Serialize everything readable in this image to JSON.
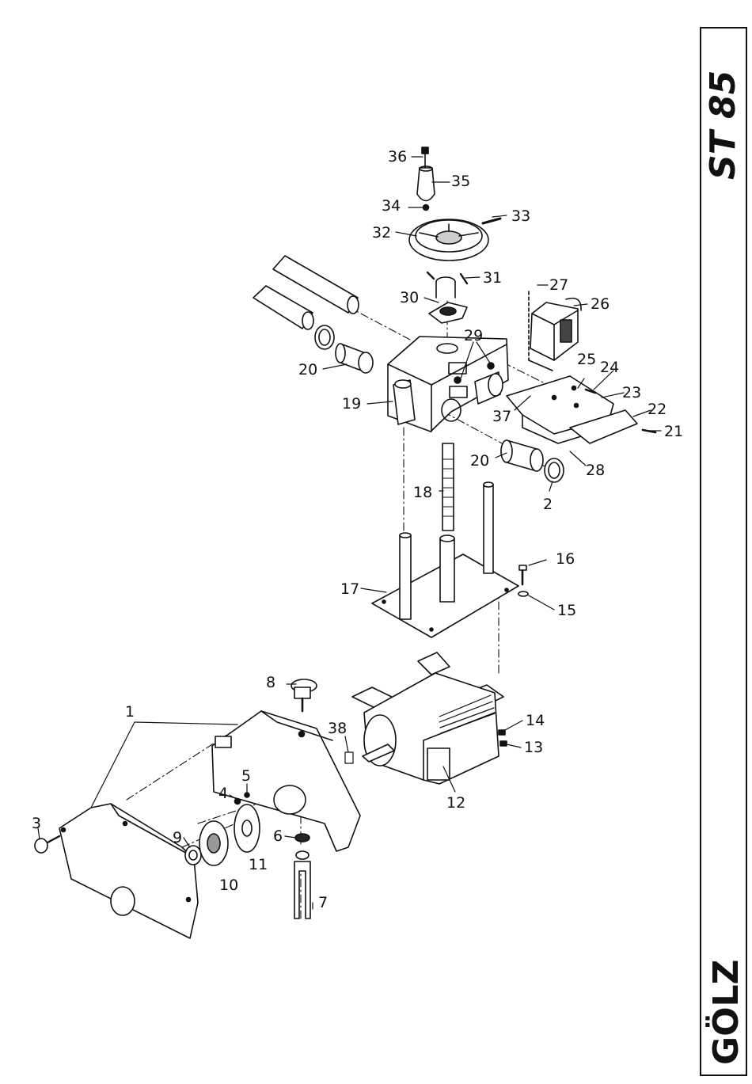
{
  "model": "ST 85",
  "brand": "GÖLZ",
  "callouts": [
    {
      "num": "1"
    },
    {
      "num": "2"
    },
    {
      "num": "3"
    },
    {
      "num": "4"
    },
    {
      "num": "5"
    },
    {
      "num": "6"
    },
    {
      "num": "7"
    },
    {
      "num": "8"
    },
    {
      "num": "9"
    },
    {
      "num": "10"
    },
    {
      "num": "11"
    },
    {
      "num": "12"
    },
    {
      "num": "13"
    },
    {
      "num": "14"
    },
    {
      "num": "15"
    },
    {
      "num": "16"
    },
    {
      "num": "17"
    },
    {
      "num": "18"
    },
    {
      "num": "19"
    },
    {
      "num": "20"
    },
    {
      "num": "20"
    },
    {
      "num": "21"
    },
    {
      "num": "22"
    },
    {
      "num": "23"
    },
    {
      "num": "24"
    },
    {
      "num": "25"
    },
    {
      "num": "26"
    },
    {
      "num": "27"
    },
    {
      "num": "28"
    },
    {
      "num": "29"
    },
    {
      "num": "30"
    },
    {
      "num": "31"
    },
    {
      "num": "32"
    },
    {
      "num": "33"
    },
    {
      "num": "34"
    },
    {
      "num": "35"
    },
    {
      "num": "36"
    },
    {
      "num": "37"
    },
    {
      "num": "38"
    }
  ]
}
